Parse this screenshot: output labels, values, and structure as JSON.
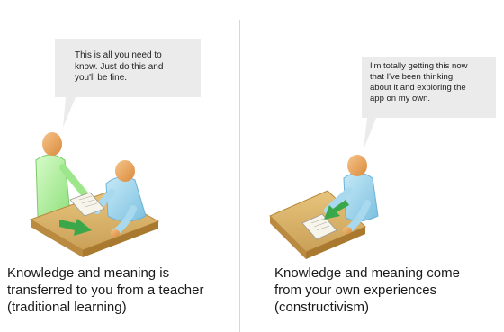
{
  "left": {
    "speech": "This is all you need to\nknow. Just do this and\nyou'll be fine.",
    "caption": "Knowledge and meaning is\ntransferred to you from a teacher\n(traditional learning)"
  },
  "right": {
    "speech": "I'm totally getting this now\nthat I've been thinking\nabout it and exploring the\napp on my own.",
    "caption": "Knowledge and meaning come\nfrom your own experiences\n(constructivism)"
  },
  "colors": {
    "bubble": "#ebebeb",
    "teacher": "#a8ef98",
    "student": "#9fd3ec",
    "skin": "#f0b070",
    "table": "#d9b46a",
    "arrow": "#3aa84a",
    "paper": "#f7f4ea"
  }
}
